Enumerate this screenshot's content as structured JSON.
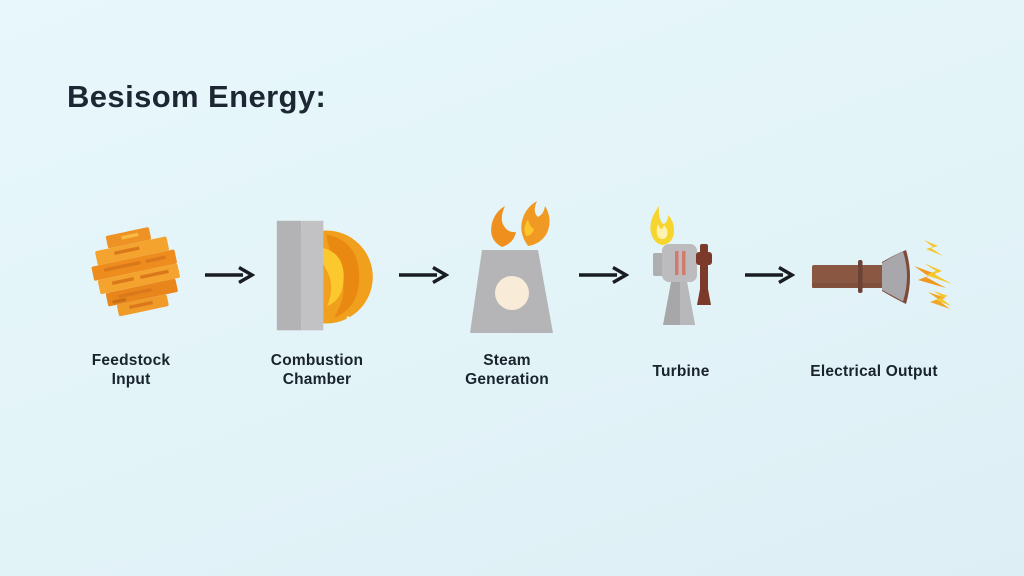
{
  "title": "Besisom Energy:",
  "colors": {
    "background": "#e2f3f8",
    "title_text": "#1d2733",
    "label_text": "#18232c",
    "arrow": "#191c20",
    "wood_orange": "#ef9226",
    "fire_orange": "#f1a01d",
    "fire_yellow": "#fbc82e",
    "machine_gray": "#bcbcbf",
    "wood_brown": "#8a5743",
    "spark_yellow": "#f6c62b"
  },
  "stages": [
    {
      "name": "feedstock-input",
      "icon": "wood-pile-icon",
      "label_lines": [
        "Feedstock",
        "Input"
      ]
    },
    {
      "name": "combustion-chamber",
      "icon": "combustion-chamber-icon",
      "label_lines": [
        "Combustion",
        "Chamber"
      ]
    },
    {
      "name": "steam-generation",
      "icon": "boiler-flames-icon",
      "label_lines": [
        "Steam",
        "Generation"
      ]
    },
    {
      "name": "turbine",
      "icon": "turbine-icon",
      "label_lines": [
        "Turbine"
      ]
    },
    {
      "name": "electrical-output",
      "icon": "flashlight-sparks-icon",
      "label_lines": [
        "Electrical Output"
      ]
    }
  ],
  "flow_arrows_count": 4
}
